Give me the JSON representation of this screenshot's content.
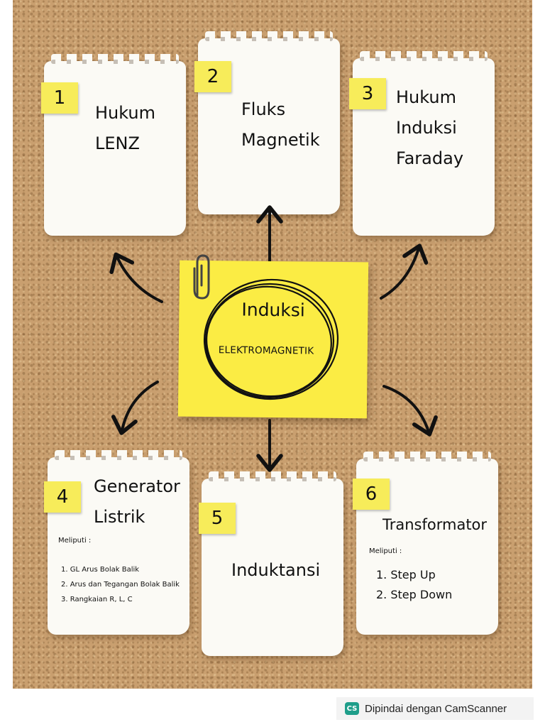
{
  "center": {
    "line1": "Induksi",
    "line2": "ELEKTROMAGNETIK"
  },
  "notes": [
    {
      "number": "1",
      "title": "Hukum\nLENZ"
    },
    {
      "number": "2",
      "title": "Fluks\nMagnetik"
    },
    {
      "number": "3",
      "title": "Hukum\nInduksi\nFaraday"
    },
    {
      "number": "4",
      "title": "Generator\nListrik",
      "subtitle": "Meliputi :",
      "items": [
        "1. GL Arus Bolak Balik",
        "2. Arus dan Tegangan Bolak Balik",
        "3. Rangkaian R, L, C"
      ]
    },
    {
      "number": "5",
      "title": "Induktansi"
    },
    {
      "number": "6",
      "title": "Transformator",
      "subtitle": "Meliputi :",
      "items": [
        "1. Step Up",
        "2. Step Down"
      ]
    }
  ],
  "footer": {
    "logo": "CS",
    "text": "Dipindai dengan CamScanner"
  },
  "colors": {
    "sticky_yellow": "#fbec44",
    "number_tag": "#f7ec5a",
    "cork": "#c99f6f",
    "paper": "#fbfaf5"
  }
}
